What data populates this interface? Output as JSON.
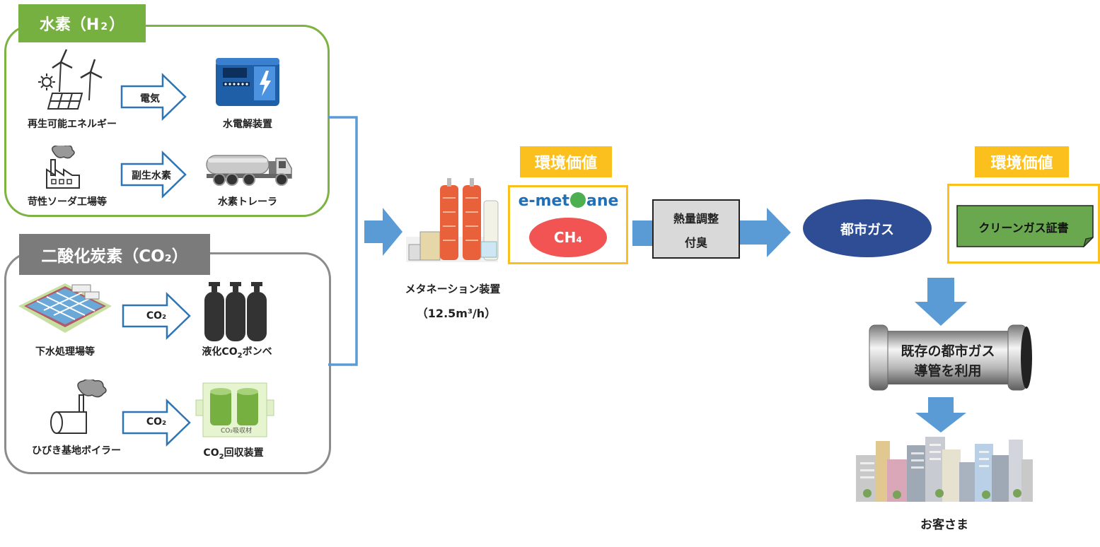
{
  "hydrogen": {
    "header": "水素（H",
    "header_sub": "2",
    "header_end": "）",
    "renewable_label": "再生可能エネルギー",
    "electricity_arrow": "電気",
    "electrolyzer_label": "水電解装置",
    "soda_plant_label": "苛性ソーダ工場等",
    "byproduct_arrow": "副生水素",
    "trailer_label": "水素トレーラ"
  },
  "co2": {
    "header": "二酸化炭素（CO₂）",
    "sewage_label": "下水処理場等",
    "arrow1": "CO₂",
    "liquid_prefix": "液化CO",
    "liquid_sub": "2",
    "liquid_suffix": "ボンベ",
    "boiler_label": "ひびき基地ボイラー",
    "arrow2": "CO₂",
    "absorbent_label": "CO₂吸収材",
    "capture_prefix": "CO",
    "capture_sub": "2",
    "capture_suffix": "回収装置"
  },
  "methanation": {
    "label": "メタネーション装置",
    "capacity": "（12.5m³/h）"
  },
  "env_value_left": "環境価値",
  "emethane": {
    "logo_prefix": "e-met",
    "logo_suffix": "ane",
    "molecule": "CH₄"
  },
  "adjust": {
    "line1": "熱量調整",
    "line2": "付臭"
  },
  "city_gas": "都市ガス",
  "env_value_right": "環境価値",
  "certificate": "クリーンガス証書",
  "pipeline": {
    "line1": "既存の都市ガス",
    "line2": "導管を利用"
  },
  "customer": "お客さま",
  "colors": {
    "h2_green": "#76b041",
    "co2_gray": "#7b7b7b",
    "env_yellow": "#fbbf1e",
    "arrow_blue": "#5b9bd5",
    "city_gas_navy": "#2e4d94",
    "ch4_red": "#f25353",
    "cert_green": "#6aa84f"
  }
}
